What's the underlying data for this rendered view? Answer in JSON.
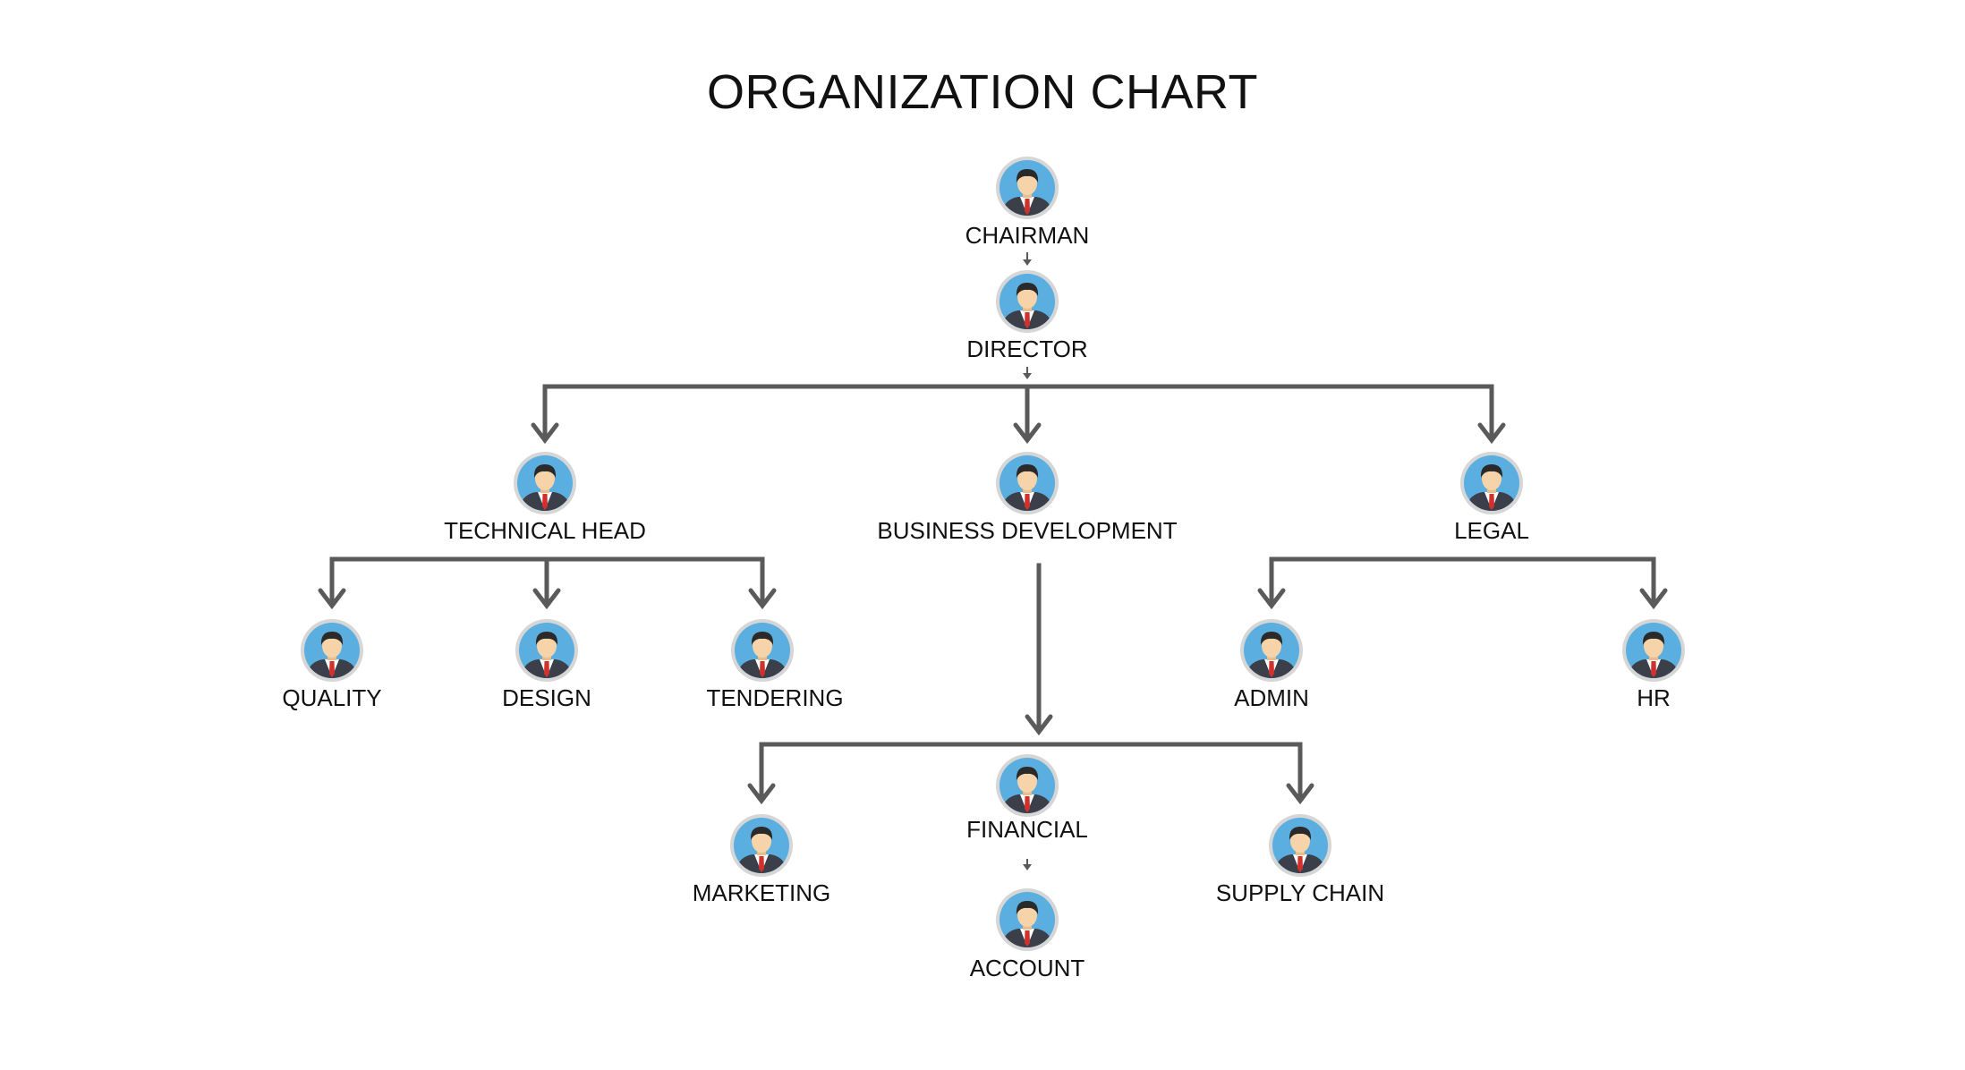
{
  "title": "ORGANIZATION CHART",
  "colors": {
    "connector": "#5a5a5a",
    "avatar_bg": "#5aaee0",
    "avatar_ring": "#d6d6d6",
    "suit": "#3b3f4a",
    "skin": "#f6d3a9",
    "hair": "#2a2a2a",
    "tie": "#d0312d",
    "shirt": "#ffffff"
  },
  "nodes": [
    {
      "id": "chairman",
      "label": "CHAIRMAN"
    },
    {
      "id": "director",
      "label": "DIRECTOR"
    },
    {
      "id": "technical-head",
      "label": "TECHNICAL HEAD"
    },
    {
      "id": "business-development",
      "label": "BUSINESS DEVELOPMENT"
    },
    {
      "id": "legal",
      "label": "LEGAL"
    },
    {
      "id": "quality",
      "label": "QUALITY"
    },
    {
      "id": "design",
      "label": "DESIGN"
    },
    {
      "id": "tendering",
      "label": "TENDERING"
    },
    {
      "id": "admin",
      "label": "ADMIN"
    },
    {
      "id": "hr",
      "label": "HR"
    },
    {
      "id": "marketing",
      "label": "MARKETING"
    },
    {
      "id": "financial",
      "label": "FINANCIAL"
    },
    {
      "id": "supply-chain",
      "label": "SUPPLY CHAIN"
    },
    {
      "id": "account",
      "label": "ACCOUNT"
    }
  ],
  "edges": [
    {
      "from": "chairman",
      "to": "director"
    },
    {
      "from": "director",
      "to": "technical-head"
    },
    {
      "from": "director",
      "to": "business-development"
    },
    {
      "from": "director",
      "to": "legal"
    },
    {
      "from": "technical-head",
      "to": "quality"
    },
    {
      "from": "technical-head",
      "to": "design"
    },
    {
      "from": "technical-head",
      "to": "tendering"
    },
    {
      "from": "legal",
      "to": "admin"
    },
    {
      "from": "legal",
      "to": "hr"
    },
    {
      "from": "business-development",
      "to": "marketing"
    },
    {
      "from": "business-development",
      "to": "financial"
    },
    {
      "from": "business-development",
      "to": "supply-chain"
    },
    {
      "from": "financial",
      "to": "account"
    }
  ]
}
